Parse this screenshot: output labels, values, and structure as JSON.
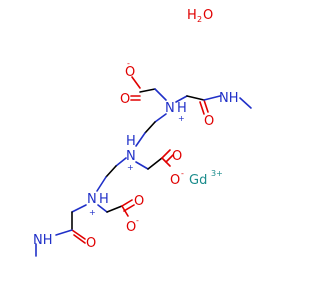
{
  "molecule": {
    "colors": {
      "carbon": "#000000",
      "oxygen": "#e00000",
      "nitrogen": "#2030c8",
      "gadolinium": "#1a8c8c"
    },
    "water": {
      "h": "H",
      "sub": "2",
      "o": "O"
    },
    "atoms": {
      "o_minus": "O",
      "minus": "-",
      "o": "O",
      "n": "N",
      "h": "H",
      "plus": "+",
      "nh": "NH",
      "gd": "Gd",
      "gd_charge": "3+"
    }
  }
}
